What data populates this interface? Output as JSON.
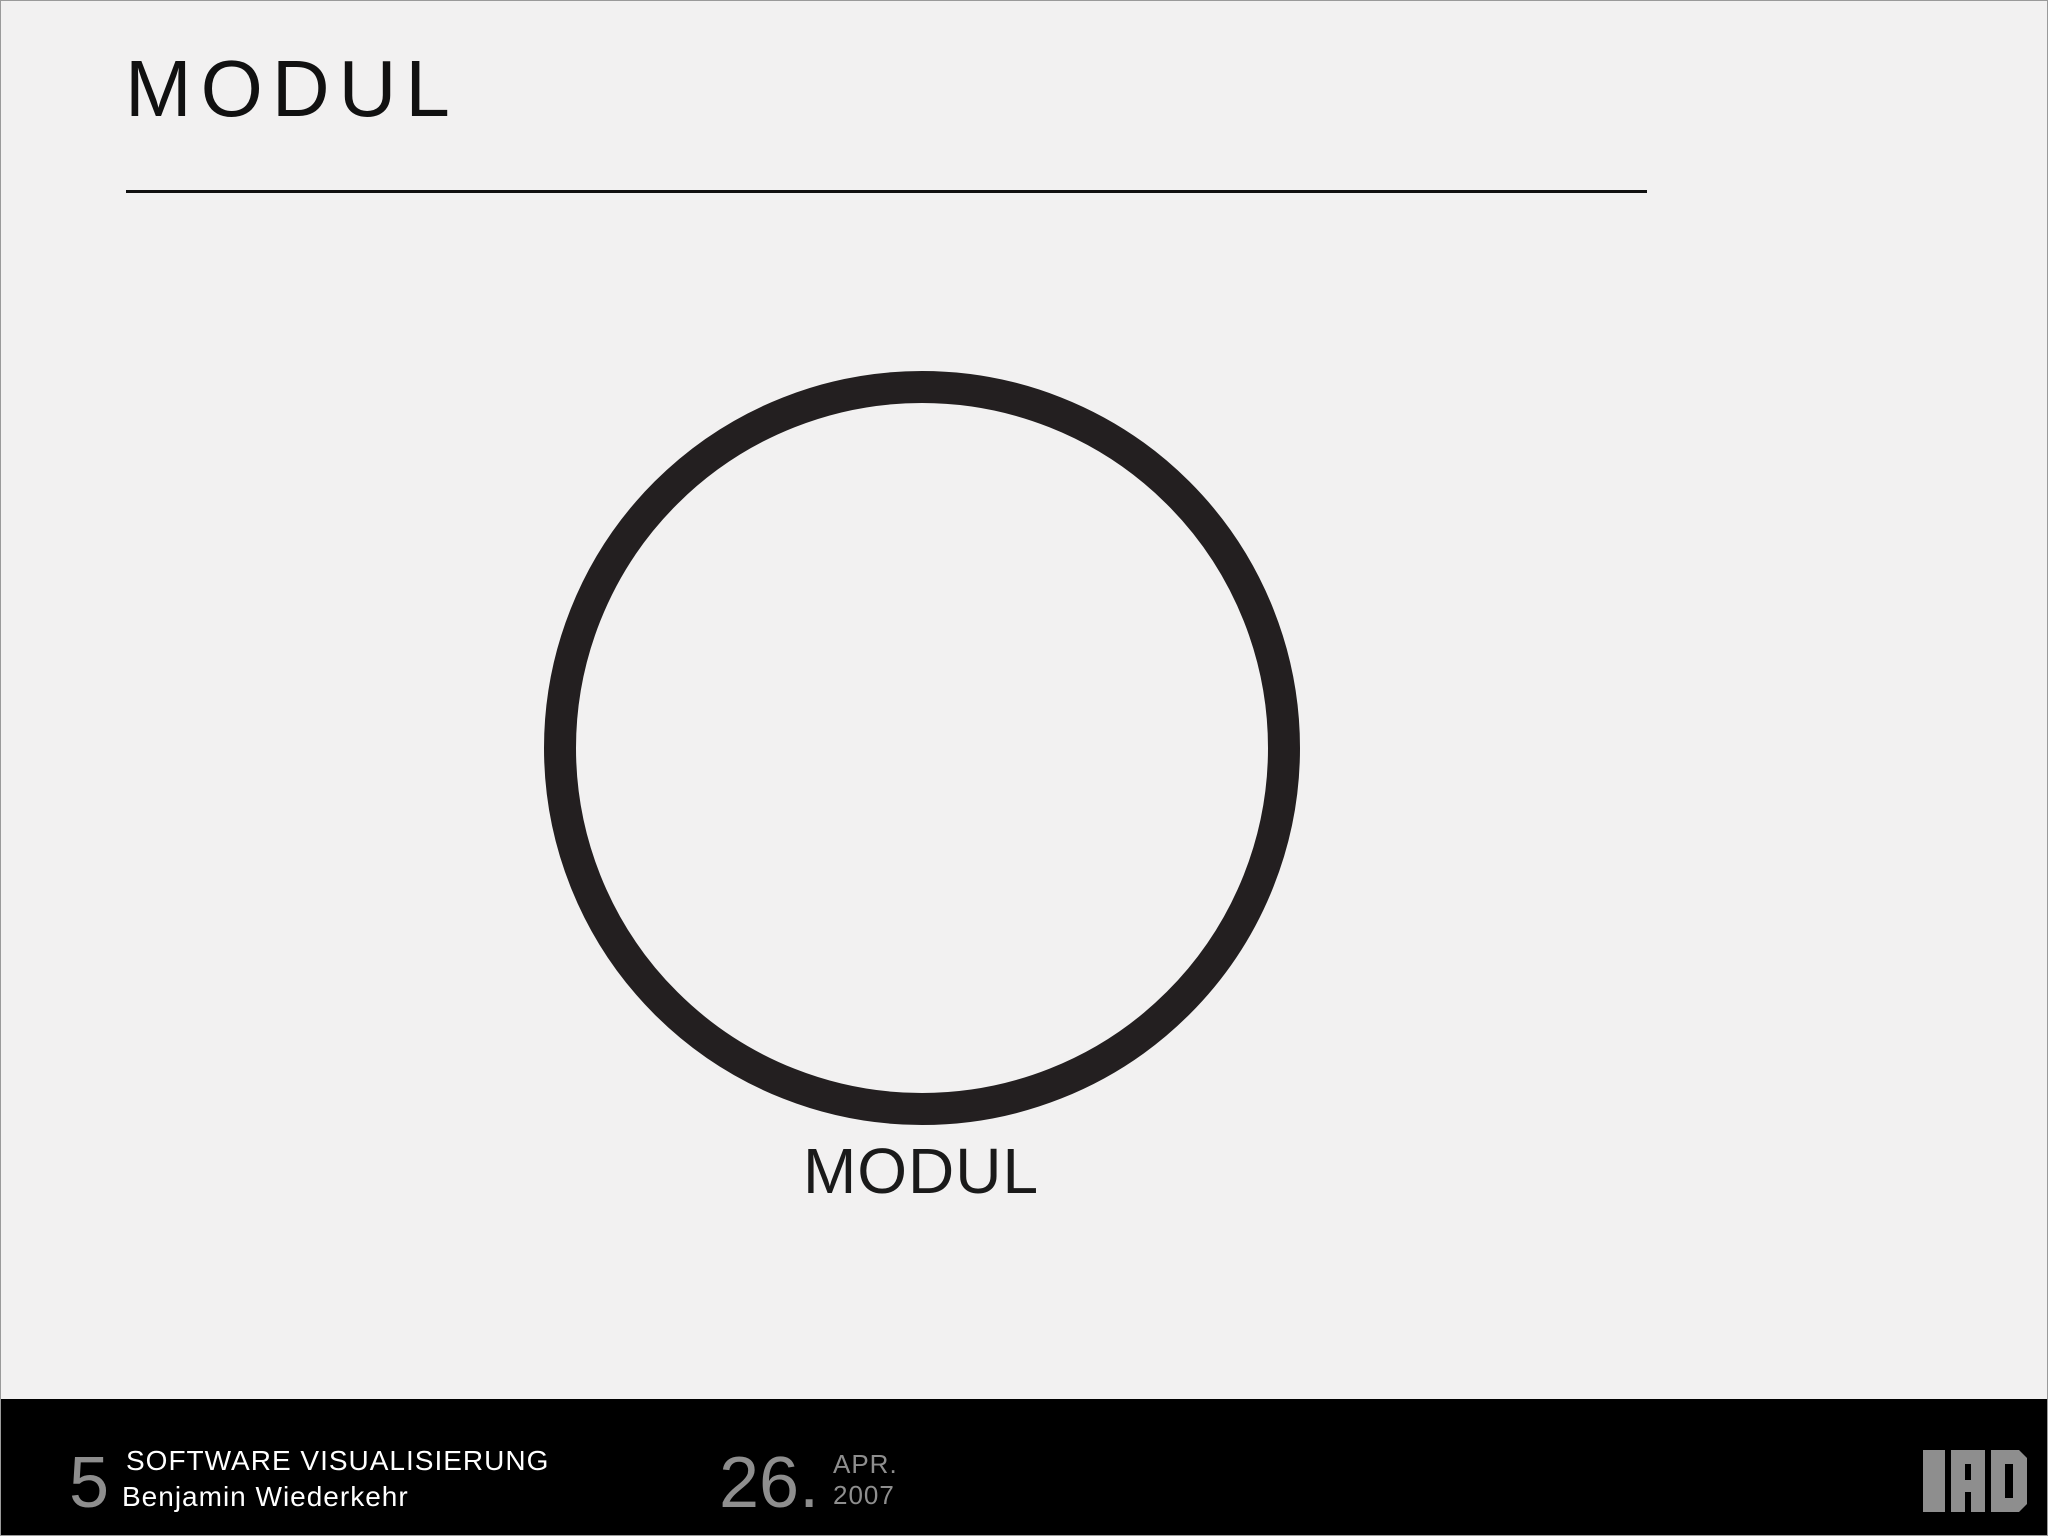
{
  "slide": {
    "title": "MODUL"
  },
  "diagram": {
    "module_label": "MODUL"
  },
  "footer": {
    "page_number": "5",
    "course": "SOFTWARE VISUALISIERUNG",
    "author": "Benjamin Wiederkehr",
    "date_day": "26.",
    "date_month": "APR.",
    "date_year": "2007",
    "logo_icon": "iad-logo-icon"
  },
  "colors": {
    "background": "#f2f1f1",
    "footer_background": "#000000",
    "accent_gray": "#8e8e8e",
    "ink": "#111111"
  }
}
